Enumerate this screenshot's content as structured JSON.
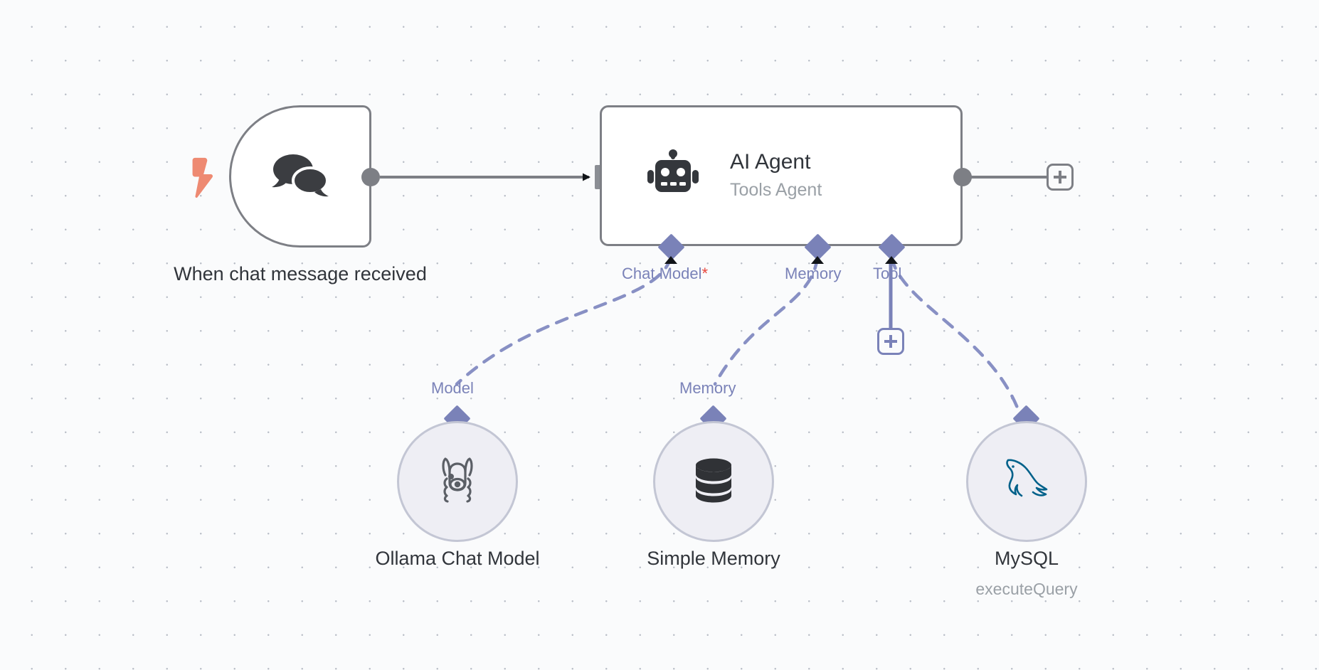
{
  "canvas": {
    "background_color": "#fafbfc",
    "grid_dot_color": "#b9bec7",
    "accent_purple": "#7a82b8",
    "node_border_color": "#7d7f85",
    "trigger_bolt_color": "#ee8a72",
    "required_marker_color": "#e8443a"
  },
  "nodes": {
    "trigger": {
      "caption": "When chat message received",
      "icon": "chat-bubbles-icon",
      "trigger_icon": "lightning-bolt-icon"
    },
    "agent": {
      "title": "AI Agent",
      "subtitle": "Tools Agent",
      "icon": "robot-icon",
      "ports": [
        {
          "label": "Chat Model",
          "required": true,
          "required_marker": "*"
        },
        {
          "label": "Memory",
          "required": false,
          "required_marker": ""
        },
        {
          "label": "Tool",
          "required": false,
          "required_marker": ""
        }
      ]
    },
    "ollama": {
      "caption": "Ollama Chat Model",
      "port_label": "Model",
      "icon": "llama-icon"
    },
    "memory": {
      "caption": "Simple Memory",
      "port_label": "Memory",
      "icon": "database-icon"
    },
    "mysql": {
      "caption": "MySQL",
      "subcaption": "executeQuery",
      "icon": "mysql-dolphin-icon",
      "icon_color": "#00618a"
    }
  },
  "buttons": {
    "agent_output_add": "+",
    "tool_add": "+"
  }
}
